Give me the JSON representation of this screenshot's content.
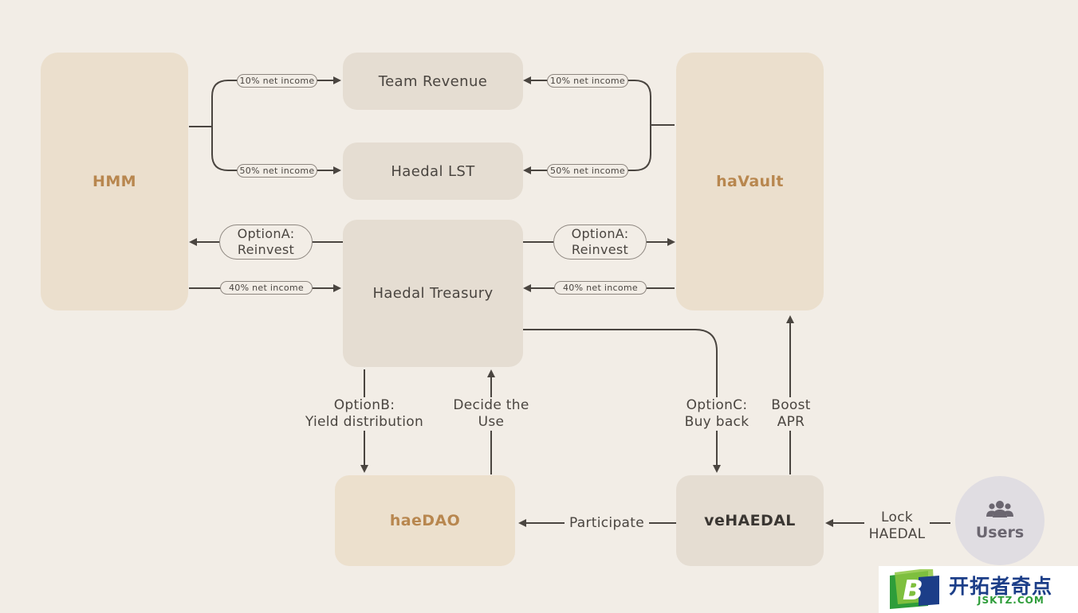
{
  "nodes": {
    "hmm": "HMM",
    "team_revenue": "Team Revenue",
    "haedal_lst": "Haedal LST",
    "treasury": "Haedal Treasury",
    "havault": "haVault",
    "haedao": "haeDAO",
    "vehaedal": "veHAEDAL",
    "users": "Users"
  },
  "pills": {
    "hmm_team": "10% net income",
    "hmm_lst": "50% net income",
    "vault_team": "10% net income",
    "vault_lst": "50% net income",
    "hmm_treasury": "40% net income",
    "vault_treasury": "40% net income",
    "option_a_left": [
      "OptionA:",
      "Reinvest"
    ],
    "option_a_right": [
      "OptionA:",
      "Reinvest"
    ]
  },
  "labels": {
    "option_b": [
      "OptionB:",
      "Yield distribution"
    ],
    "decide_use": [
      "Decide the",
      "Use"
    ],
    "option_c": [
      "OptionC:",
      "Buy back"
    ],
    "boost_apr": [
      "Boost",
      "APR"
    ],
    "participate": "Participate",
    "lock": [
      "Lock",
      "HAEDAL"
    ]
  },
  "icons": {
    "users": "users-group-icon"
  },
  "colors": {
    "brand_text": "#b8874f",
    "background": "#f2ede6",
    "arrow": "#4a4540"
  },
  "watermark": {
    "letter": "B",
    "chinese": "开拓者奇点",
    "domain": "JSKTZ.COM"
  }
}
